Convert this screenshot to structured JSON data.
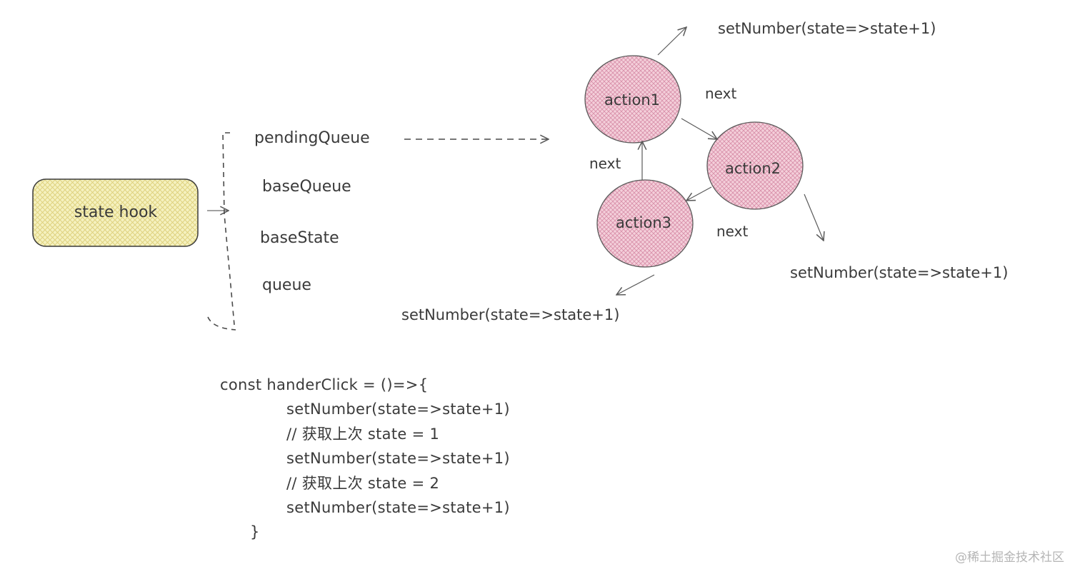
{
  "state_hook": {
    "label": "state hook"
  },
  "hook_fields": [
    "pendingQueue",
    "baseQueue",
    "baseState",
    "queue"
  ],
  "actions": [
    {
      "label": "action1"
    },
    {
      "label": "action2"
    },
    {
      "label": "action3"
    }
  ],
  "edge_labels": {
    "next": "next"
  },
  "updates": {
    "action1": "setNumber(state=>state+1)",
    "action2": "setNumber(state=>state+1)",
    "action3": "setNumber(state=>state+1)"
  },
  "code": {
    "header": "const handerClick = ()=>{",
    "body": [
      "setNumber(state=>state+1)",
      "// 获取上次 state = 1",
      "setNumber(state=>state+1)",
      "// 获取上次 state = 2",
      "setNumber(state=>state+1)"
    ],
    "footer": "}"
  },
  "watermark": "@稀土掘金技术社区",
  "colors": {
    "hook_fill": "#f3efb0",
    "hook_hatch": "#e2d36a",
    "node_fill": "#f3c4d2",
    "node_hatch": "#d98aa6",
    "stroke": "#3a3a3a"
  }
}
